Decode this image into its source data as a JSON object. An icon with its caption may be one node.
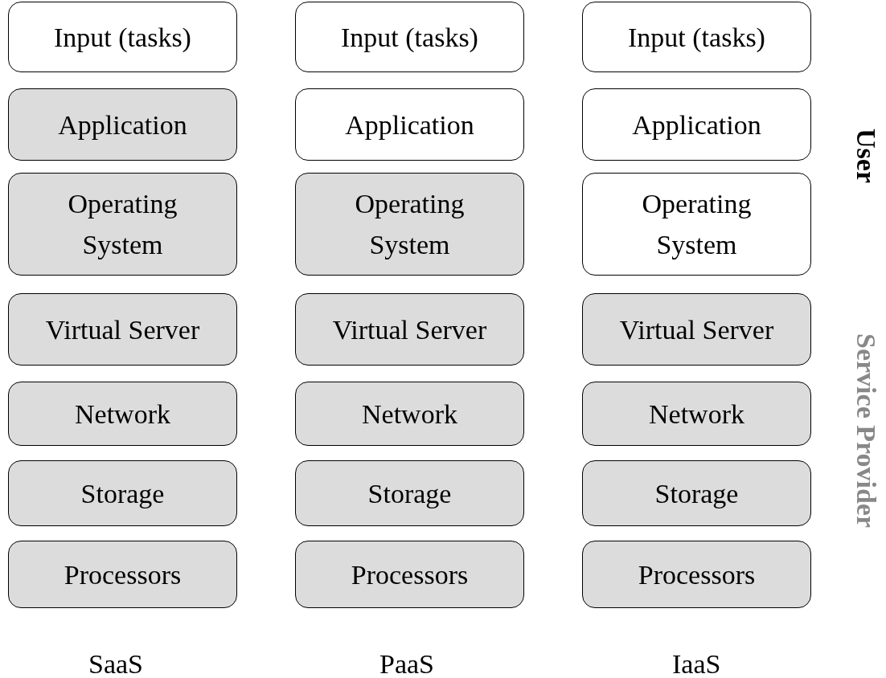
{
  "diagram": {
    "nodes": [
      {
        "text": [
          "Input (tasks)"
        ]
      },
      {
        "text": [
          "Input (tasks)"
        ]
      },
      {
        "text": [
          "Input (tasks)"
        ]
      },
      {
        "text": [
          "Application"
        ]
      },
      {
        "text": [
          "Application"
        ]
      },
      {
        "text": [
          "Application"
        ]
      },
      {
        "text": [
          "Operating System"
        ]
      },
      {
        "text": [
          "Operating System"
        ]
      },
      {
        "text": [
          "Operating System"
        ]
      },
      {
        "text": [
          "Virtual Server"
        ]
      },
      {
        "text": [
          "Virtual Server"
        ]
      },
      {
        "text": [
          "Virtual Server"
        ]
      },
      {
        "text": [
          "Network"
        ]
      },
      {
        "text": [
          "Network"
        ]
      },
      {
        "text": [
          "Network"
        ]
      },
      {
        "text": [
          "Storage"
        ]
      },
      {
        "text": [
          "Storage"
        ]
      },
      {
        "text": [
          "Storage"
        ]
      },
      {
        "text": [
          "Processors"
        ]
      },
      {
        "text": [
          "Processors"
        ]
      },
      {
        "text": [
          "Processors"
        ]
      }
    ],
    "labels": [
      "User",
      "Service Provider",
      "SaaS",
      "PaaS",
      "IaaS"
    ]
  }
}
